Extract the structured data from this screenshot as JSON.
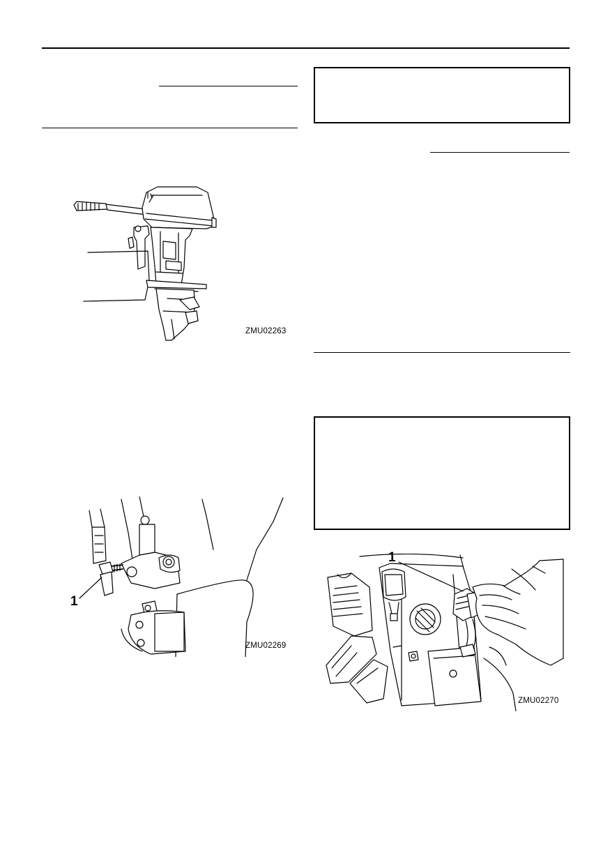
{
  "figures": {
    "fig1": {
      "code": "ZMU02263",
      "icon": "outboard-motor-illustration"
    },
    "fig2": {
      "code": "ZMU02269",
      "callout": "1",
      "icon": "lower-case-drain-bolt-illustration"
    },
    "fig3": {
      "code": "ZMU02270",
      "callout": "1",
      "icon": "fuel-filter-hand-illustration"
    }
  },
  "colors": {
    "ink": "#000000",
    "paper": "#ffffff"
  }
}
